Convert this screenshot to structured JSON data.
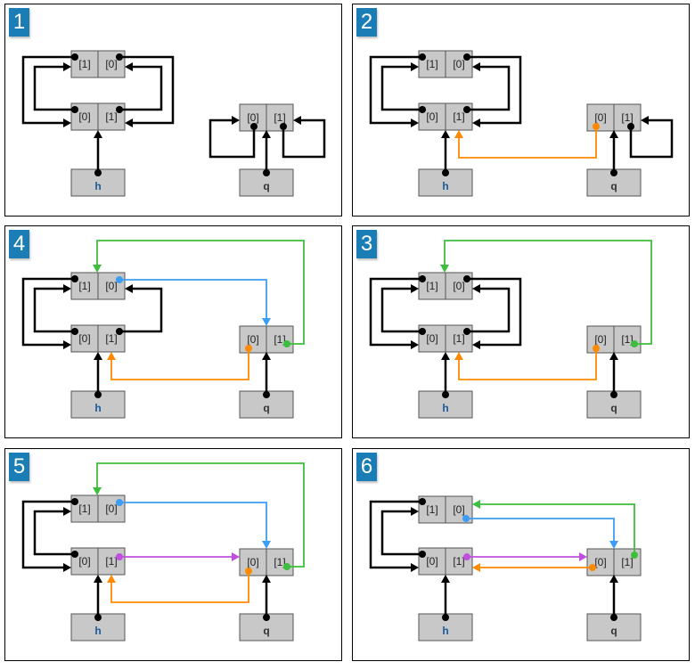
{
  "colors": {
    "pointer": "#000000",
    "green": "#3cbf3c",
    "blue": "#3d9df5",
    "orange": "#ff8a00",
    "purple": "#c04fe0",
    "node_fill": "#c8c8c8",
    "badge": "#1b7db6"
  },
  "panels": [
    {
      "label": "1",
      "top_node": [
        "[1]",
        "[0]"
      ],
      "bottom_node": [
        "[0]",
        "[1]"
      ],
      "right_node": [
        "[0]",
        "[1]"
      ],
      "h": "h",
      "q": "q",
      "edges": [
        {
          "id": "L_out",
          "color": "pointer"
        },
        {
          "id": "L_in",
          "color": "pointer"
        },
        {
          "id": "R_out",
          "color": "pointer"
        },
        {
          "id": "R_in",
          "color": "pointer"
        },
        {
          "id": "h",
          "color": "pointer"
        },
        {
          "id": "q",
          "color": "pointer"
        },
        {
          "id": "q_self0",
          "color": "pointer"
        },
        {
          "id": "q_self1",
          "color": "pointer"
        }
      ]
    },
    {
      "label": "2",
      "top_node": [
        "[1]",
        "[0]"
      ],
      "bottom_node": [
        "[0]",
        "[1]"
      ],
      "right_node": [
        "[0]",
        "[1]"
      ],
      "h": "h",
      "q": "q",
      "edges": [
        {
          "id": "L_out",
          "color": "pointer"
        },
        {
          "id": "L_in",
          "color": "pointer"
        },
        {
          "id": "R_out",
          "color": "pointer"
        },
        {
          "id": "R_in",
          "color": "pointer"
        },
        {
          "id": "h",
          "color": "pointer"
        },
        {
          "id": "q",
          "color": "pointer"
        },
        {
          "id": "orange_back",
          "color": "orange"
        },
        {
          "id": "q_self1",
          "color": "pointer"
        }
      ]
    },
    {
      "label": "4",
      "top_node": [
        "[1]",
        "[0]"
      ],
      "bottom_node": [
        "[0]",
        "[1]"
      ],
      "right_node": [
        "[0]",
        "[1]"
      ],
      "h": "h",
      "q": "q",
      "edges": [
        {
          "id": "L_out",
          "color": "pointer"
        },
        {
          "id": "L_in",
          "color": "pointer"
        },
        {
          "id": "R_in",
          "color": "pointer"
        },
        {
          "id": "h",
          "color": "pointer"
        },
        {
          "id": "q",
          "color": "pointer"
        },
        {
          "id": "orange_back",
          "color": "orange"
        },
        {
          "id": "green_top",
          "color": "green"
        },
        {
          "id": "blue",
          "color": "blue"
        }
      ]
    },
    {
      "label": "3",
      "top_node": [
        "[1]",
        "[0]"
      ],
      "bottom_node": [
        "[0]",
        "[1]"
      ],
      "right_node": [
        "[0]",
        "[1]"
      ],
      "h": "h",
      "q": "q",
      "edges": [
        {
          "id": "L_out",
          "color": "pointer"
        },
        {
          "id": "L_in",
          "color": "pointer"
        },
        {
          "id": "R_out",
          "color": "pointer"
        },
        {
          "id": "R_in",
          "color": "pointer"
        },
        {
          "id": "h",
          "color": "pointer"
        },
        {
          "id": "q",
          "color": "pointer"
        },
        {
          "id": "orange_back",
          "color": "orange"
        },
        {
          "id": "green_top",
          "color": "green"
        }
      ]
    },
    {
      "label": "5",
      "top_node": [
        "[1]",
        "[0]"
      ],
      "bottom_node": [
        "[0]",
        "[1]"
      ],
      "right_node": [
        "[0]",
        "[1]"
      ],
      "h": "h",
      "q": "q",
      "edges": [
        {
          "id": "L_out",
          "color": "pointer"
        },
        {
          "id": "L_in",
          "color": "pointer"
        },
        {
          "id": "h",
          "color": "pointer"
        },
        {
          "id": "q",
          "color": "pointer"
        },
        {
          "id": "orange_back",
          "color": "orange"
        },
        {
          "id": "green_top",
          "color": "green"
        },
        {
          "id": "blue",
          "color": "blue"
        },
        {
          "id": "purple",
          "color": "purple"
        }
      ]
    },
    {
      "label": "6",
      "top_node": [
        "[1]",
        "[0]"
      ],
      "bottom_node": [
        "[0]",
        "[1]"
      ],
      "right_node": [
        "[0]",
        "[1]"
      ],
      "h": "h",
      "q": "q",
      "edges": [
        {
          "id": "L_out",
          "color": "pointer"
        },
        {
          "id": "L_in",
          "color": "pointer"
        },
        {
          "id": "h",
          "color": "pointer"
        },
        {
          "id": "q",
          "color": "pointer"
        },
        {
          "id": "orange6",
          "color": "orange"
        },
        {
          "id": "green6",
          "color": "green"
        },
        {
          "id": "blue6",
          "color": "blue"
        },
        {
          "id": "purple",
          "color": "purple"
        }
      ]
    }
  ]
}
